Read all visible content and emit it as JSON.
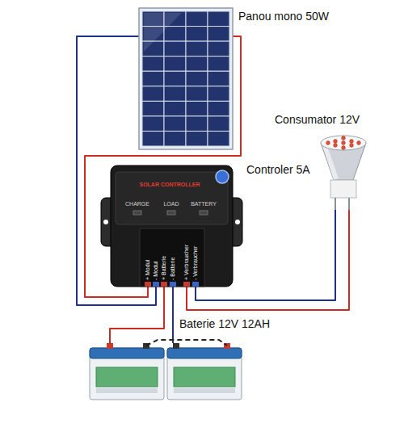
{
  "diagram": {
    "nodes": [
      {
        "text": [
          "Panou mono 50W"
        ]
      },
      {
        "text": [
          "Consumator 12V"
        ]
      },
      {
        "text": [
          "Controler 5A",
          "SOLAR CONTROLLER",
          "CHARGE",
          "LOAD",
          "BATTERY",
          "+ Modul",
          "- Modul",
          "+ Batterie",
          "- Batterie",
          "+ Verbraucher",
          "- Verbraucher"
        ]
      },
      {
        "text": [
          "Baterie 12V 12AH"
        ]
      }
    ],
    "edges": [
      {
        "from": 0,
        "to": 2,
        "arrow": "none"
      },
      {
        "from": 2,
        "to": 1,
        "arrow": "none"
      },
      {
        "from": 2,
        "to": 3,
        "arrow": "none"
      }
    ]
  }
}
